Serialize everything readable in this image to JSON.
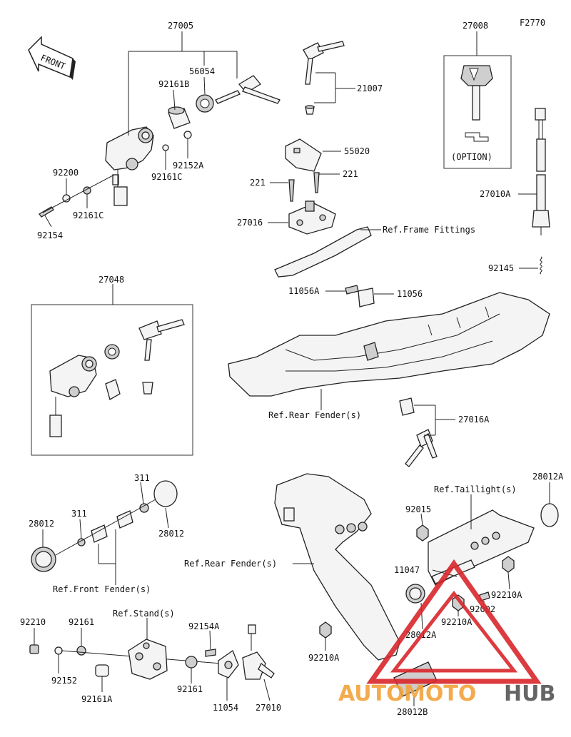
{
  "diagram_code": "F2770",
  "front_label": "FRONT",
  "option_label": "(OPTION)",
  "watermark": {
    "text_auto": "AUTO",
    "text_moto": "MOTO",
    "text_hub": "HUB",
    "color_orange": "#f2a33a",
    "color_dark": "#555555",
    "color_red": "#d9262c"
  },
  "labels": {
    "p27005": "27005",
    "p56054": "56054",
    "p92161B": "92161B",
    "p92152A": "92152A",
    "p92161C_a": "92161C",
    "p92200": "92200",
    "p92161C_b": "92161C",
    "p92154": "92154",
    "p21007": "21007",
    "p27008": "27008",
    "p55020": "55020",
    "p221_l": "221",
    "p221_r": "221",
    "p27016": "27016",
    "ref_frame": "Ref.Frame Fittings",
    "p27010A": "27010A",
    "p92145": "92145",
    "p27048": "27048",
    "p11056A": "11056A",
    "p11056": "11056",
    "ref_rear1": "Ref.Rear Fender(s)",
    "p27016A": "27016A",
    "p311_top": "311",
    "p28012_r": "28012",
    "p28012_l": "28012",
    "p311_l": "311",
    "ref_front": "Ref.Front Fender(s)",
    "ref_rear2": "Ref.Rear Fender(s)",
    "ref_tail": "Ref.Taillight(s)",
    "p28012A_top": "28012A",
    "p92015": "92015",
    "p11047": "11047",
    "p92210A_r": "92210A",
    "p92002": "92002",
    "p28012A_mid": "28012A",
    "p92210A_mid": "92210A",
    "p92210A_l": "92210A",
    "p28012B": "28012B",
    "p92210": "92210",
    "p92161_top": "92161",
    "ref_stand": "Ref.Stand(s)",
    "p92154A": "92154A",
    "p92152": "92152",
    "p92161A": "92161A",
    "p92161_bot": "92161",
    "p11054": "11054",
    "p27010": "27010"
  }
}
